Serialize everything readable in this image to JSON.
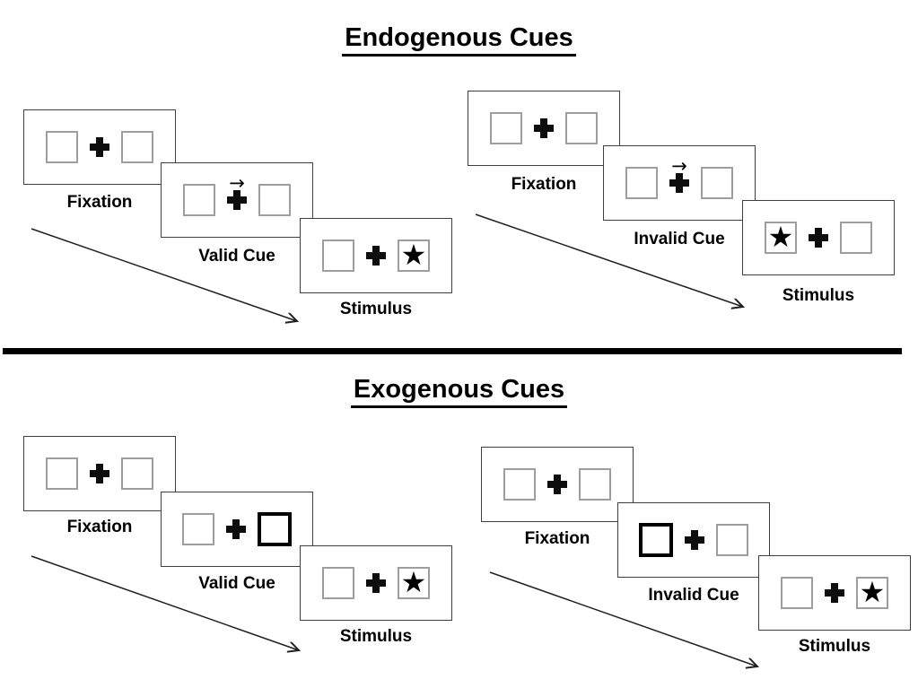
{
  "colors": {
    "background": "#ffffff",
    "panel_border": "#3f3f3f",
    "placeholder_box_border": "#9e9e9e",
    "highlight_box_border": "#000000",
    "ink": "#000000"
  },
  "icons": {
    "star": "★",
    "cue_arrow": "→"
  },
  "sections": [
    {
      "title": "Endogenous Cues",
      "groups": [
        {
          "name": "valid-trial",
          "steps": [
            {
              "label": "Fixation"
            },
            {
              "label": "Valid Cue"
            },
            {
              "label": "Stimulus"
            }
          ]
        },
        {
          "name": "invalid-trial",
          "steps": [
            {
              "label": "Fixation"
            },
            {
              "label": "Invalid Cue"
            },
            {
              "label": "Stimulus"
            }
          ]
        }
      ]
    },
    {
      "title": "Exogenous Cues",
      "groups": [
        {
          "name": "valid-trial",
          "steps": [
            {
              "label": "Fixation"
            },
            {
              "label": "Valid Cue"
            },
            {
              "label": "Stimulus"
            }
          ]
        },
        {
          "name": "invalid-trial",
          "steps": [
            {
              "label": "Fixation"
            },
            {
              "label": "Invalid Cue"
            },
            {
              "label": "Stimulus"
            }
          ]
        }
      ]
    }
  ]
}
